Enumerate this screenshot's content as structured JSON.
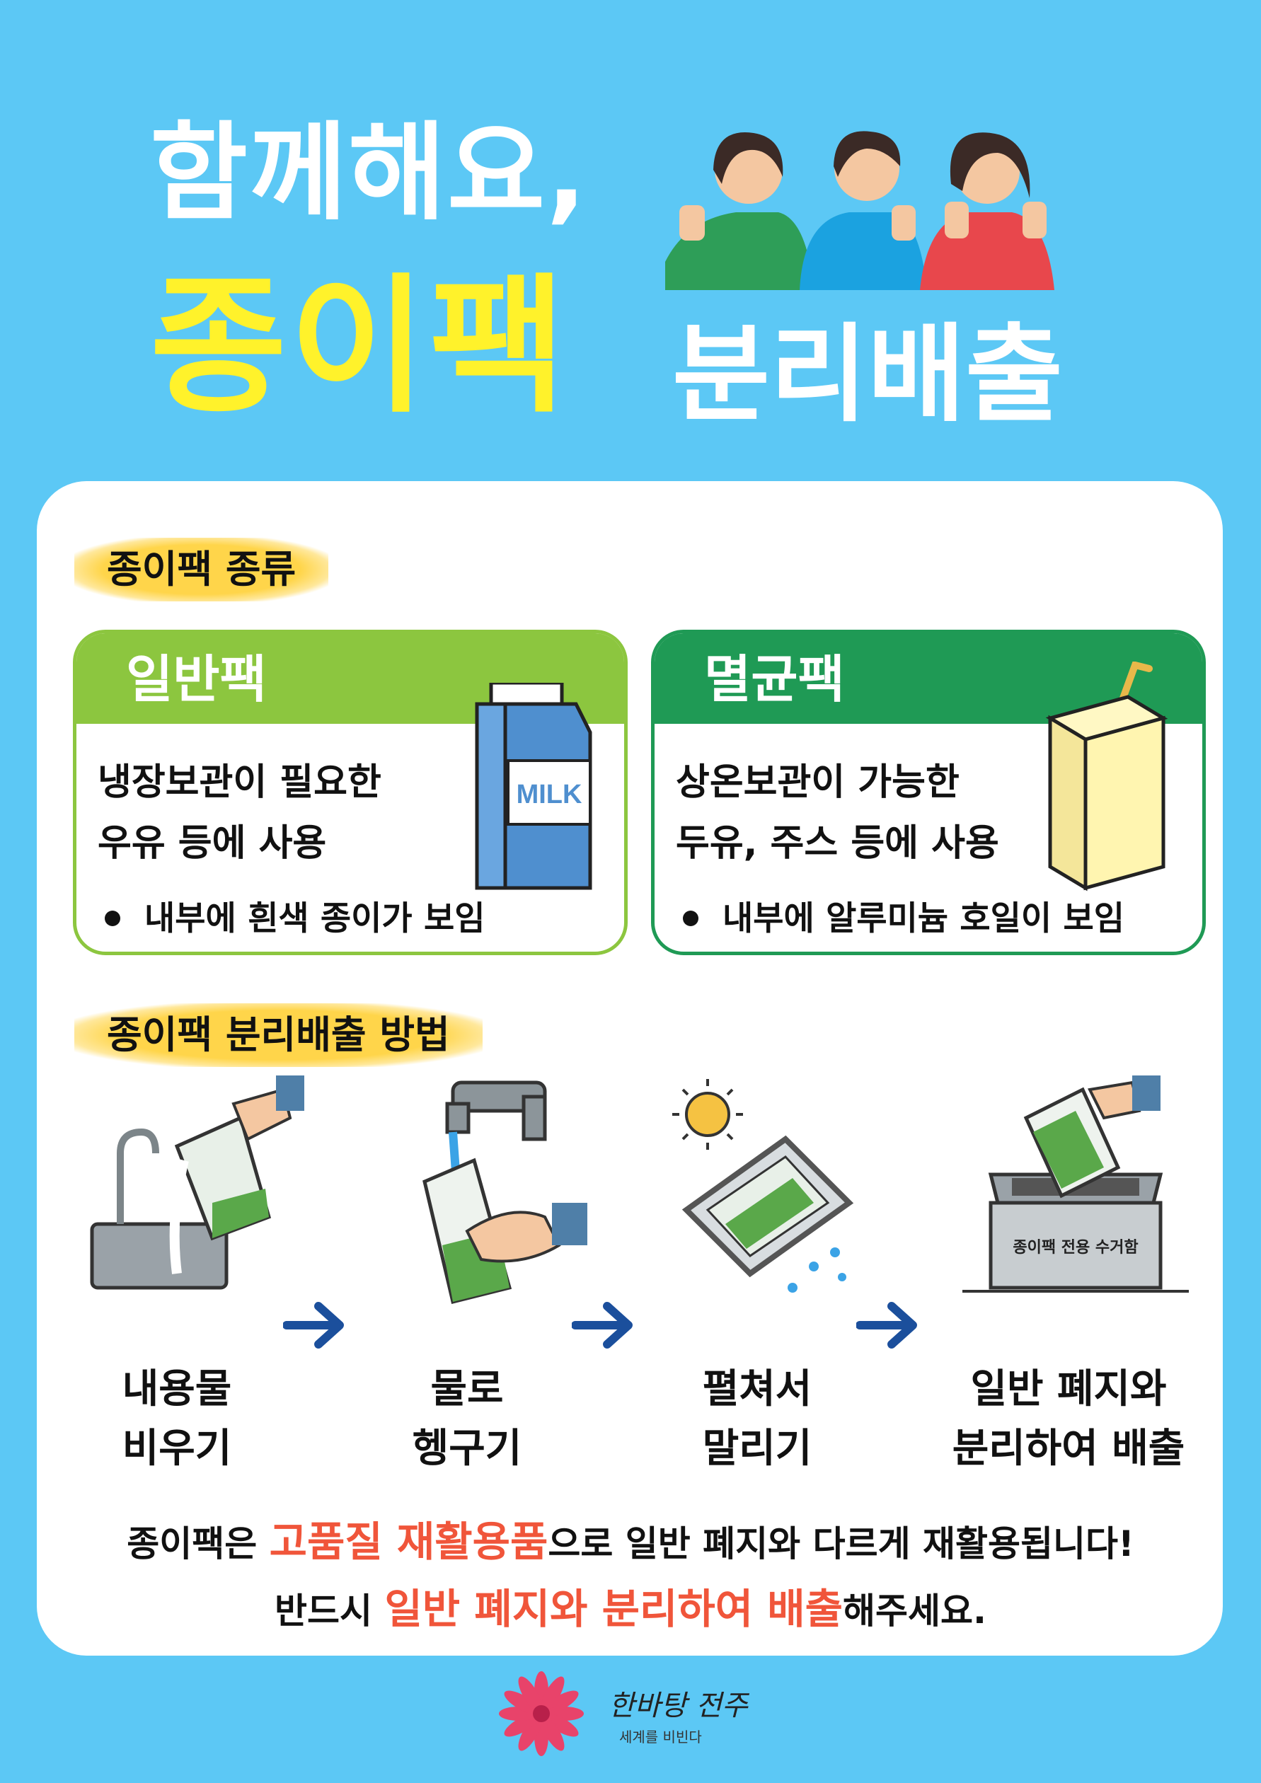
{
  "header": {
    "title_line1": "함께해요,",
    "title_highlight": "종이팩",
    "title_rest": "분리배출"
  },
  "types_section": {
    "heading": "종이팩 종류",
    "general": {
      "title": "일반팩",
      "desc_line1": "냉장보관이 필요한",
      "desc_line2": "우유 등에 사용",
      "bullet": "내부에 흰색 종이가 보임",
      "carton_label": "MILK"
    },
    "sterile": {
      "title": "멸균팩",
      "desc_line1": "상온보관이 가능한",
      "desc_line2": "두유, 주스 등에 사용",
      "bullet": "내부에 알루미늄 호일이 보임"
    }
  },
  "method_section": {
    "heading": "종이팩 분리배출 방법",
    "steps": [
      {
        "line1": "내용물",
        "line2": "비우기"
      },
      {
        "line1": "물로",
        "line2": "헹구기"
      },
      {
        "line1": "펼쳐서",
        "line2": "말리기"
      },
      {
        "line1": "일반 폐지와",
        "line2": "분리하여 배출"
      }
    ],
    "bin_label": "종이팩 전용 수거함"
  },
  "footer_note": {
    "line1_pre": "종이팩은 ",
    "line1_hl": "고품질 재활용품",
    "line1_post": "으로 일반 폐지와 다르게 재활용됩니다!",
    "line2_pre": "반드시 ",
    "line2_hl": "일반 폐지와 분리하여 배출",
    "line2_post": "해주세요."
  },
  "logo": {
    "script_text": "한바탕 전주",
    "slogan": "세계를 비빈다"
  },
  "colors": {
    "background": "#5cc8f5",
    "title_yellow": "#fff22b",
    "general_green": "#8cc63f",
    "sterile_green": "#1f9a55",
    "highlight_red": "#f0553a",
    "tag_yellow": "#ffd54a"
  }
}
